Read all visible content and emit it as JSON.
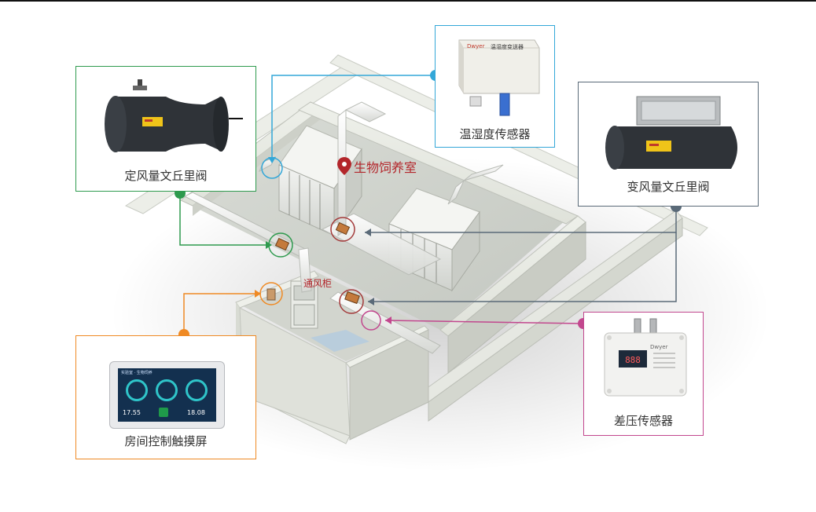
{
  "labels": {
    "lab": "生物饲养室",
    "cabinet": "通风柜"
  },
  "callouts": {
    "cav_valve": {
      "caption": "定风量文丘里阀",
      "color": "#2e9a4e"
    },
    "temp_sensor": {
      "caption": "温湿度传感器",
      "color": "#33a7d8"
    },
    "vav_valve": {
      "caption": "变风量文丘里阀",
      "color": "#5a6a78"
    },
    "touchscreen": {
      "caption": "房间控制触摸屏",
      "color": "#ef8a24"
    },
    "dp_sensor": {
      "caption": "差压传感器",
      "color": "#c2478e"
    }
  },
  "device_text": {
    "temp_brand": "Dwyer",
    "temp_model": "温湿度变送器",
    "dp_brand": "Dwyer",
    "screen_title": "实验室 · 生物饲养",
    "screen_v1": "17.55",
    "screen_v2": "18.08"
  }
}
